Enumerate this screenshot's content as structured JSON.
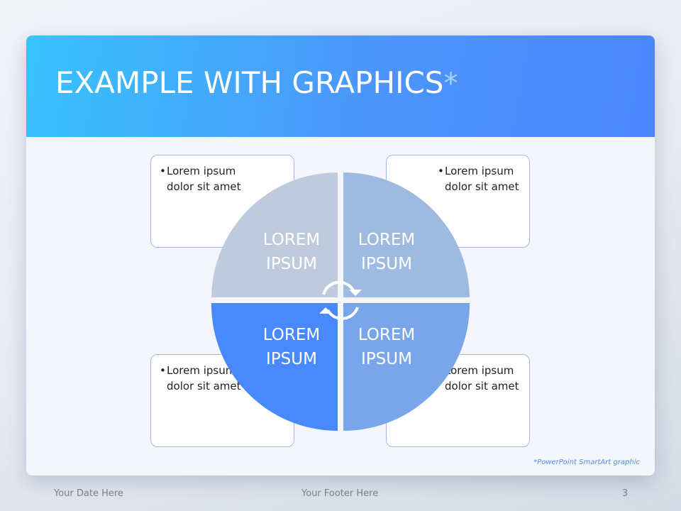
{
  "slide": {
    "title": "EXAMPLE WITH GRAPHICS",
    "title_asterisk": "*",
    "footnote": "*PowerPoint SmartArt graphic"
  },
  "cycle": {
    "quadrants": [
      {
        "label": "LOREM IPSUM",
        "color": "#bfcbdc"
      },
      {
        "label": "LOREM IPSUM",
        "color": "#9fbae1"
      },
      {
        "label": "LOREM IPSUM",
        "color": "#4a88fd"
      },
      {
        "label": "LOREM IPSUM",
        "color": "#79a6ea"
      }
    ],
    "arrow_color": "#ffffff"
  },
  "text_boxes": [
    {
      "bullet": "Lorem ipsum dolor sit amet"
    },
    {
      "bullet": "Lorem ipsum dolor sit amet"
    },
    {
      "bullet": "Lorem ipsum dolor sit amet"
    },
    {
      "bullet": "Lorem ipsum dolor sit amet"
    }
  ],
  "footer": {
    "date": "Your Date Here",
    "text": "Your Footer Here",
    "page_number": "3"
  }
}
